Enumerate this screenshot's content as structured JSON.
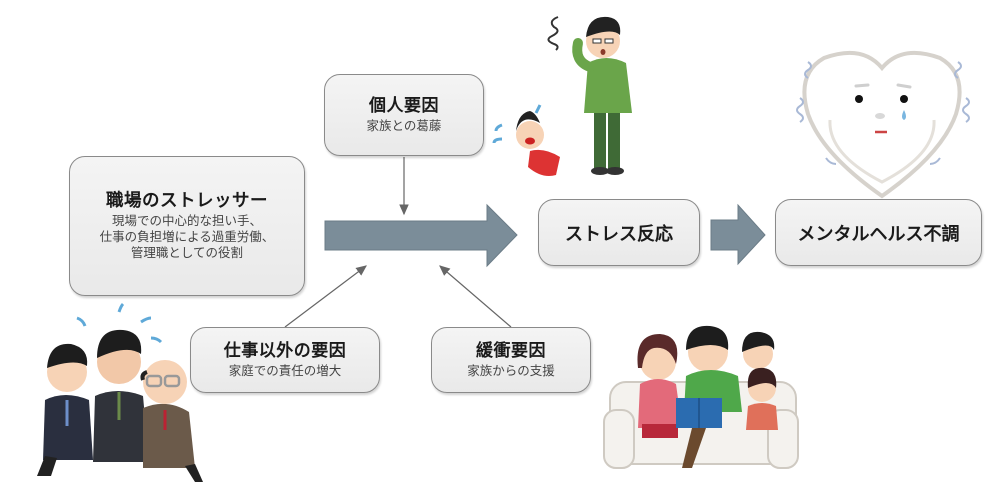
{
  "diagram": {
    "workplace_stressor": {
      "title": "職場のストレッサー",
      "details": [
        "現場での中心的な担い手、",
        "仕事の負担増による過重労働、",
        "管理職としての役割"
      ]
    },
    "individual_factor": {
      "title": "個人要因",
      "detail": "家族との葛藤"
    },
    "non_work_factor": {
      "title": "仕事以外の要因",
      "detail": "家庭での責任の増大"
    },
    "buffer_factor": {
      "title": "緩衝要因",
      "detail": "家族からの支援"
    },
    "stress_response": {
      "title": "ストレス反応"
    },
    "mental_health": {
      "title": "メンタルヘルス不調"
    }
  },
  "colors": {
    "arrow_fill": "#7b8d99",
    "box_border": "#8a8a8a",
    "connector": "#666666"
  },
  "illustrations": {
    "stressed_workers": "three-businessmen-exhausted-icon",
    "family_conflict": "troubled-father-crying-child-icon",
    "crying_heart": "crying-heart-icon",
    "supportive_family": "family-reading-on-sofa-icon"
  }
}
